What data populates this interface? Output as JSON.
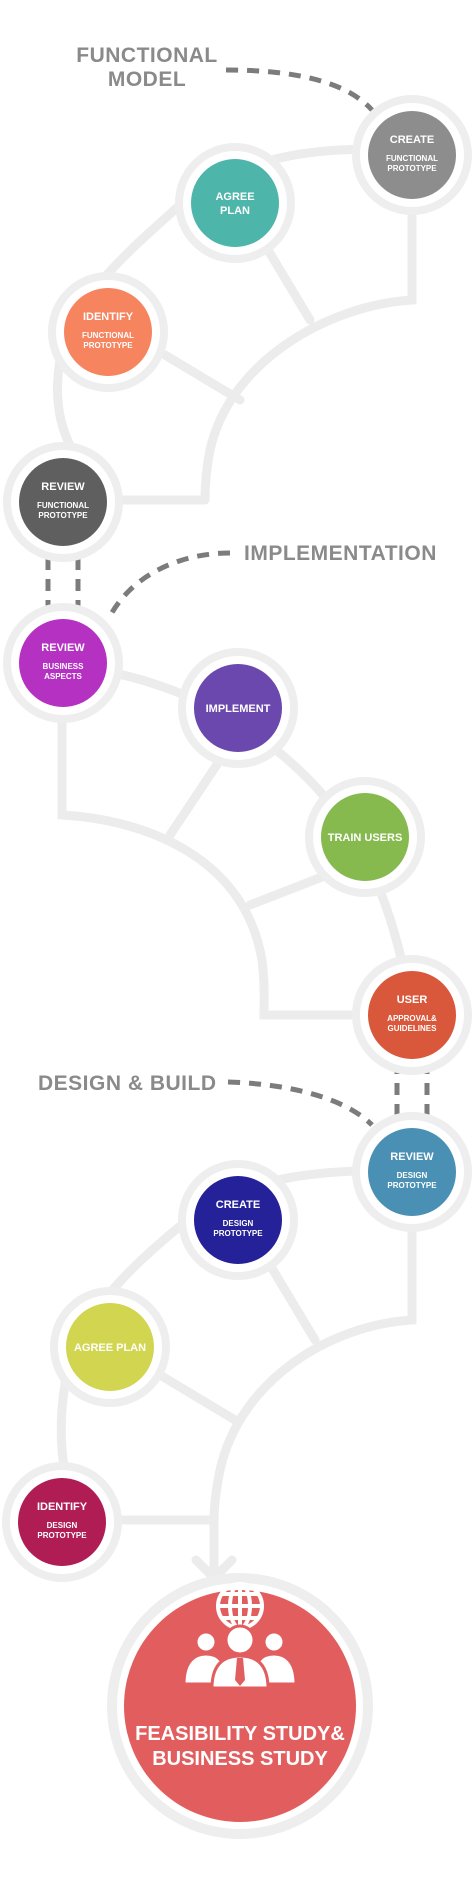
{
  "colors": {
    "track": "#ececec",
    "ring": "#eeeeee",
    "dash": "#7c7c7c",
    "title": "#8a8a8a"
  },
  "sections": {
    "functional": {
      "line1": "FUNCTIONAL",
      "line2": "MODEL"
    },
    "implementation": {
      "label": "IMPLEMENTATION"
    },
    "design": {
      "label": "DESIGN & BUILD"
    }
  },
  "nodes": {
    "create_functional": {
      "title": "CREATE",
      "sub1": "FUNCTIONAL",
      "sub2": "PROTOTYPE",
      "color": "#8d8d8d"
    },
    "agree_plan_1": {
      "title": "AGREE",
      "title2": "PLAN",
      "color": "#4db5a9"
    },
    "identify_functional": {
      "title": "IDENTIFY",
      "sub1": "FUNCTIONAL",
      "sub2": "PROTOTYPE",
      "color": "#f5845f"
    },
    "review_functional": {
      "title": "REVIEW",
      "sub1": "FUNCTIONAL",
      "sub2": "PROTOTYPE",
      "color": "#5f5f5f"
    },
    "review_business": {
      "title": "REVIEW",
      "sub1": "BUSINESS",
      "sub2": "ASPECTS",
      "color": "#b531c2"
    },
    "implement": {
      "title": "IMPLEMENT",
      "color": "#6a48ad"
    },
    "train_users": {
      "title": "TRAIN USERS",
      "color": "#86ba4f"
    },
    "user_approval": {
      "title": "USER",
      "sub1": "APPROVAL&",
      "sub2": "GUIDELINES",
      "color": "#d9573a"
    },
    "review_design": {
      "title": "REVIEW",
      "sub1": "DESIGN",
      "sub2": "PROTOTYPE",
      "color": "#4a90b4"
    },
    "create_design": {
      "title": "CREATE",
      "sub1": "DESIGN",
      "sub2": "PROTOTYPE",
      "color": "#242199"
    },
    "agree_plan_2": {
      "title": "AGREE PLAN",
      "color": "#d2d54f"
    },
    "identify_design": {
      "title": "IDENTIFY",
      "sub1": "DESIGN",
      "sub2": "PROTOTYPE",
      "color": "#b01d55"
    }
  },
  "feasibility": {
    "line1": "FEASIBILITY STUDY&",
    "line2": "BUSINESS STUDY",
    "color": "#e25e5e",
    "icon": "globe-people-icon"
  }
}
